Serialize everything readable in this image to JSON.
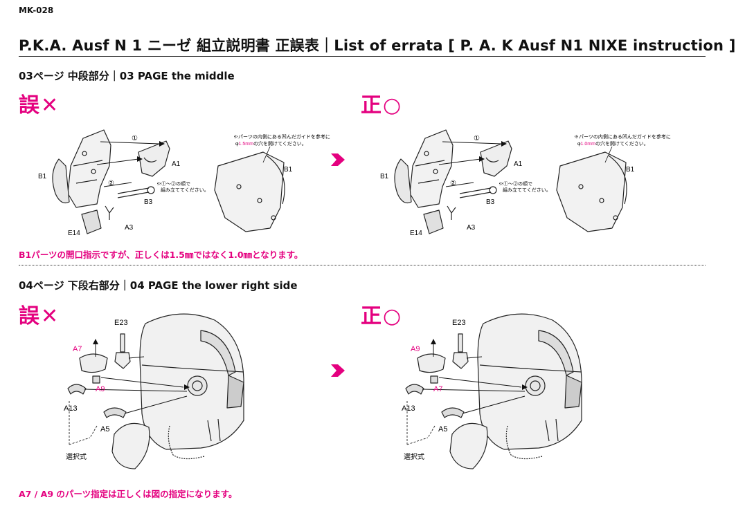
{
  "doc_code": "MK-028",
  "title": "P.K.A. Ausf N 1 ニーゼ  組立説明書 正誤表｜List of errata [ P. A. K Ausf N1 NIXE instruction ]",
  "colors": {
    "accent": "#e4007f",
    "text": "#111111"
  },
  "sections": [
    {
      "heading": "03ページ 中段部分｜03 PAGE the middle",
      "wrong_mark": "誤✕",
      "right_mark": "正○",
      "wrong": {
        "labels": {
          "p1": "①",
          "p2": "②",
          "a1": "A1",
          "b1": "B1",
          "b3": "B3",
          "a3": "A3",
          "e14": "E14",
          "b1_right": "B1"
        },
        "order_note": [
          "※①～②の順で",
          "組み立ててください。"
        ],
        "guide_note_1": "※パーツの内側にある凹んだガイドを参考に",
        "guide_note_2a": "φ",
        "guide_note_2b": "1.5mm",
        "guide_note_2c": "の穴を開けてください。"
      },
      "right": {
        "labels": {
          "p1": "①",
          "p2": "②",
          "a1": "A1",
          "b1": "B1",
          "b3": "B3",
          "a3": "A3",
          "e14": "E14",
          "b1_right": "B1"
        },
        "order_note": [
          "※①～②の順で",
          "組み立ててください。"
        ],
        "guide_note_1": "※パーツの内側にある凹んだガイドを参考に",
        "guide_note_2a": "φ",
        "guide_note_2b": "1.0mm",
        "guide_note_2c": "の穴を開けてください。"
      },
      "note": "B1パーツの開口指示ですが、正しくは1.5㎜ではなく1.0㎜となります。"
    },
    {
      "heading": "04ページ 下段右部分｜04 PAGE the lower right side",
      "wrong_mark": "誤✕",
      "right_mark": "正○",
      "wrong": {
        "e23": "E23",
        "top_part": "A7",
        "clip_part": "A9",
        "a13": "A13",
        "a5": "A5",
        "select": "選択式"
      },
      "right": {
        "e23": "E23",
        "top_part": "A9",
        "clip_part": "A7",
        "a13": "A13",
        "a5": "A5",
        "select": "選択式"
      },
      "note": "A7 / A9 のパーツ指定は正しくは図の指定になります。"
    }
  ]
}
